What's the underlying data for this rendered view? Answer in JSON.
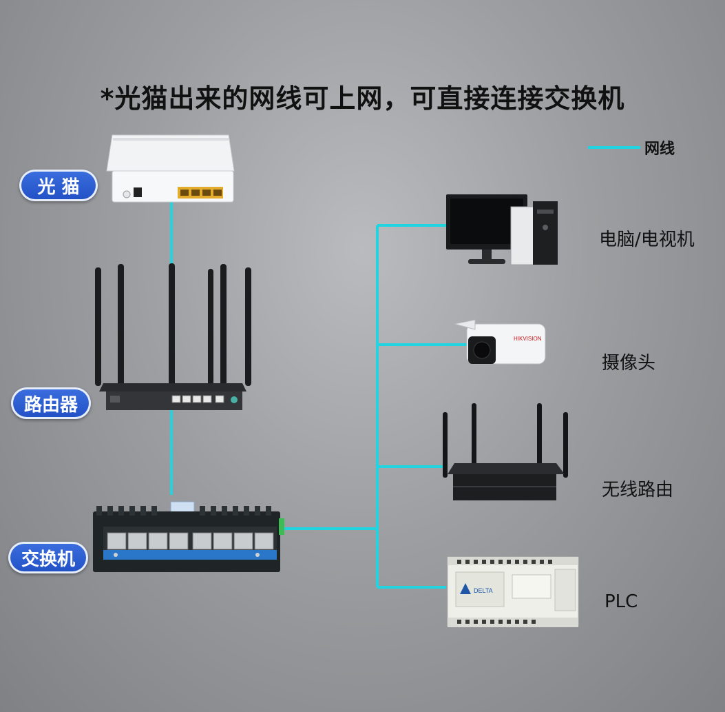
{
  "title": "*光猫出来的网线可上网，可直接连接交换机",
  "legend": {
    "label": "网线",
    "color": "#22d3e0"
  },
  "left_labels": {
    "modem": "光 猫",
    "router": "路由器",
    "switch": "交换机"
  },
  "devices": {
    "computer": "电脑/电视机",
    "camera": "摄像头",
    "wifi_router": "无线路由",
    "plc": "PLC"
  },
  "printed_text": {
    "camera_brand": "HIKVISION",
    "plc_brand": "DELTA"
  }
}
